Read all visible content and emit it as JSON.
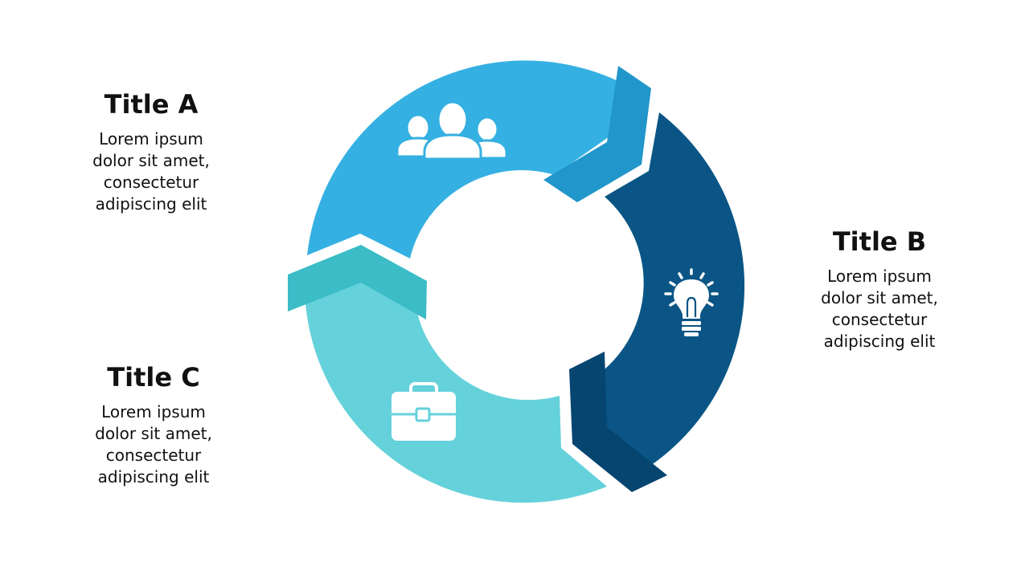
{
  "blocks": {
    "a": {
      "title": "Title A",
      "body": "Lorem ipsum\ndolor sit amet,\nconsectetur\nadipiscing elit"
    },
    "b": {
      "title": "Title B",
      "body": "Lorem ipsum\ndolor sit amet,\nconsectetur\nadipiscing elit"
    },
    "c": {
      "title": "Title C",
      "body": "Lorem ipsum\ndolor sit amet,\nconsectetur\nadipiscing elit"
    }
  },
  "segments": [
    {
      "id": "a",
      "icon": "people-icon",
      "color": "#35b0e2",
      "arrow_color": "#2196ca"
    },
    {
      "id": "b",
      "icon": "lightbulb-icon",
      "color": "#0a5585",
      "arrow_color": "#054570"
    },
    {
      "id": "c",
      "icon": "briefcase-icon",
      "color": "#65d1db",
      "arrow_color": "#3bbcc7"
    }
  ]
}
